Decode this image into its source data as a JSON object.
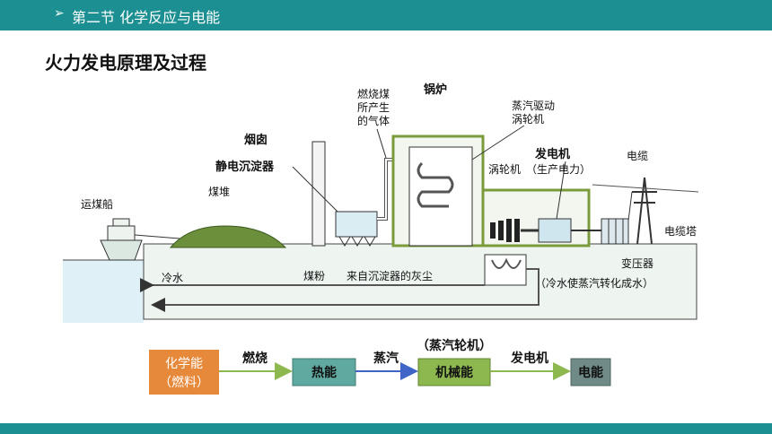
{
  "header": {
    "section_title": "第二节  化学反应与电能"
  },
  "heading": "火力发电原理及过程",
  "diagram": {
    "labels": {
      "coal_ship": "运煤船",
      "coal_pile": "煤堆",
      "chimney": "烟囱",
      "precipitator": "静电沉淀器",
      "gas_line1": "燃烧煤",
      "gas_line2": "所产生",
      "gas_line3": "的气体",
      "boiler": "锅炉",
      "steam_line1": "蒸汽驱动",
      "steam_line2": "涡轮机",
      "generator": "发电机",
      "generator_note": "（生产电力）",
      "turbine": "涡轮机",
      "cable": "电缆",
      "cable_tower": "电缆塔",
      "transformer": "变压器",
      "cold_water": "冷水",
      "coal_powder": "煤粉",
      "dust": "来自沉淀器的灰尘",
      "condense": "（冷水使蒸汽转化成水）"
    }
  },
  "flow": {
    "box1_line1": "化学能",
    "box1_line2": "（燃料）",
    "box2": "热能",
    "box3": "机械能",
    "box4": "电能",
    "arrow1": "燃烧",
    "arrow2": "蒸汽",
    "arrow3_note": "（蒸汽轮机）",
    "arrow4": "发电机"
  },
  "colors": {
    "theme": "#1b8f91",
    "box_chemical": "#e7893b",
    "box_heat": "#5fa9a0",
    "box_mech": "#8db850",
    "box_elec": "#6f8a87",
    "arrow_green": "#8db850",
    "arrow_blue": "#3e64c8"
  }
}
